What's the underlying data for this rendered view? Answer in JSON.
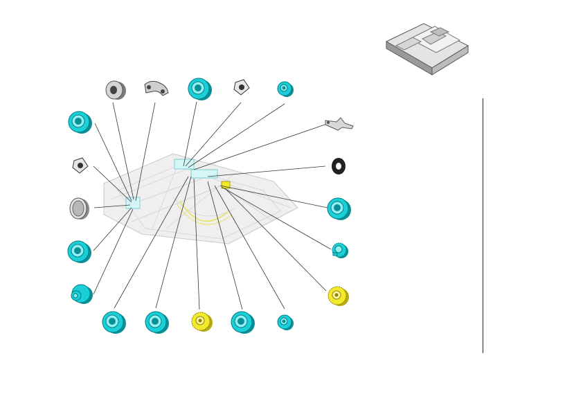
{
  "diagram": {
    "view": "exploded-parts-diagram",
    "assembly_icon": "document-feeder-unit",
    "colors": {
      "bearing": "#19d0d8",
      "bearing_dark": "#0a8f96",
      "gear": "#f2ea2a",
      "gear_dark": "#b7ab10",
      "gray_part": "#c8c8c8",
      "leader": "#333333",
      "divider": "#222222"
    },
    "parts": [
      {
        "name": "bearing-icon",
        "kind": "bearing"
      },
      {
        "name": "bushing-icon",
        "kind": "gray-bushing"
      },
      {
        "name": "bracket-icon",
        "kind": "gray-bracket"
      },
      {
        "name": "bearing-icon",
        "kind": "bearing"
      },
      {
        "name": "gasket-plate-icon",
        "kind": "plate"
      },
      {
        "name": "bearing-icon",
        "kind": "bearing-small"
      },
      {
        "name": "gasket-plate-icon",
        "kind": "plate"
      },
      {
        "name": "lever-icon",
        "kind": "lever"
      },
      {
        "name": "collar-icon",
        "kind": "gray-collar"
      },
      {
        "name": "washer-icon",
        "kind": "washer"
      },
      {
        "name": "bearing-icon",
        "kind": "bearing"
      },
      {
        "name": "bearing-icon",
        "kind": "bearing"
      },
      {
        "name": "gear-icon",
        "kind": "gear-cyan"
      },
      {
        "name": "flanged-bushing-icon",
        "kind": "flanged-bushing"
      },
      {
        "name": "gear-icon",
        "kind": "gear-yellow"
      },
      {
        "name": "bearing-icon",
        "kind": "bearing"
      },
      {
        "name": "bearing-icon",
        "kind": "bearing"
      },
      {
        "name": "gear-icon",
        "kind": "gear-yellow"
      },
      {
        "name": "bearing-icon",
        "kind": "bearing"
      },
      {
        "name": "bearing-icon",
        "kind": "bearing-small"
      }
    ]
  }
}
